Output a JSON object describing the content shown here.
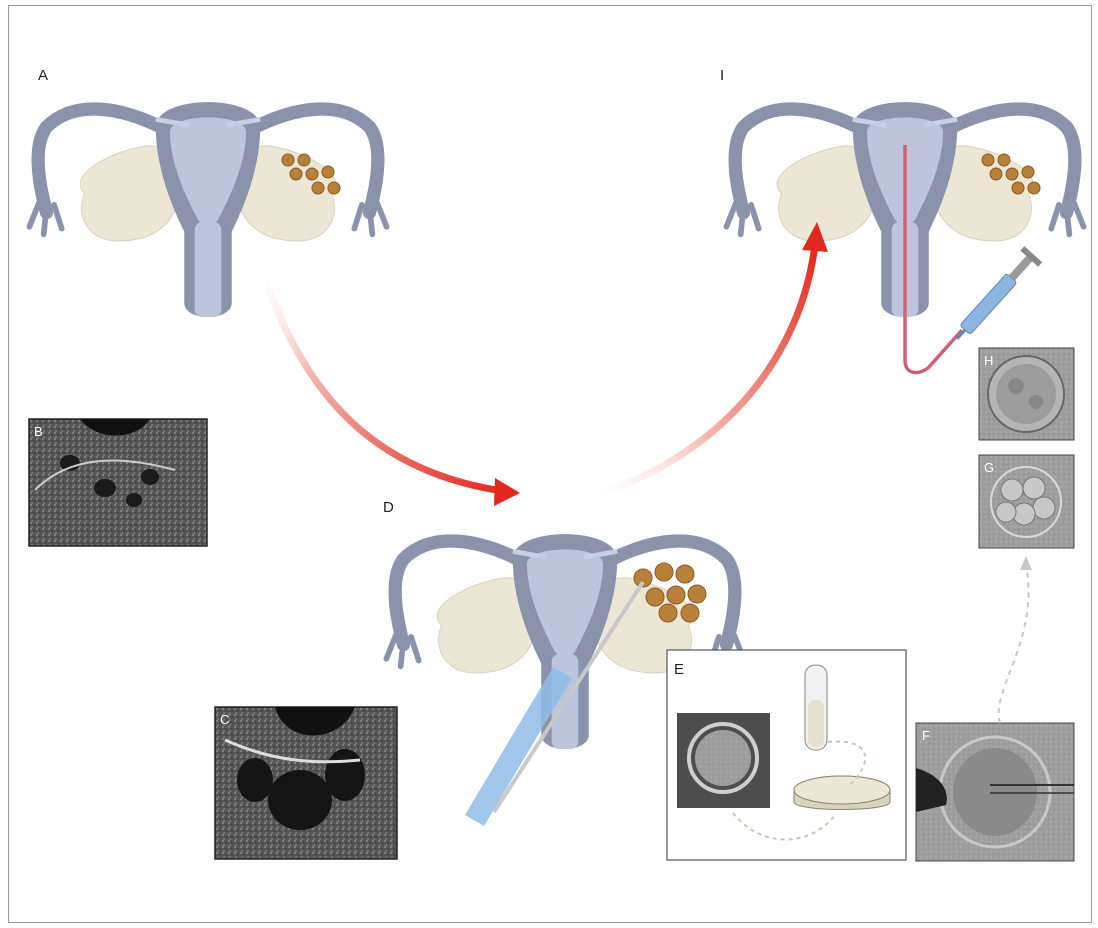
{
  "panels": {
    "a": "A",
    "b": "B",
    "c": "C",
    "d": "D",
    "e": "E",
    "f": "F",
    "g": "G",
    "h": "H",
    "i": "I"
  },
  "colors": {
    "uterus_outer": "#8a93ab",
    "uterus_inner": "#bcc5dc",
    "ovary": "#ece6d4",
    "follicle": "#b9803a",
    "arrow_red": "#e0281e",
    "catheter": "#d0607a",
    "syringe": "#8cb6e0",
    "probe": "#8fbce8"
  }
}
